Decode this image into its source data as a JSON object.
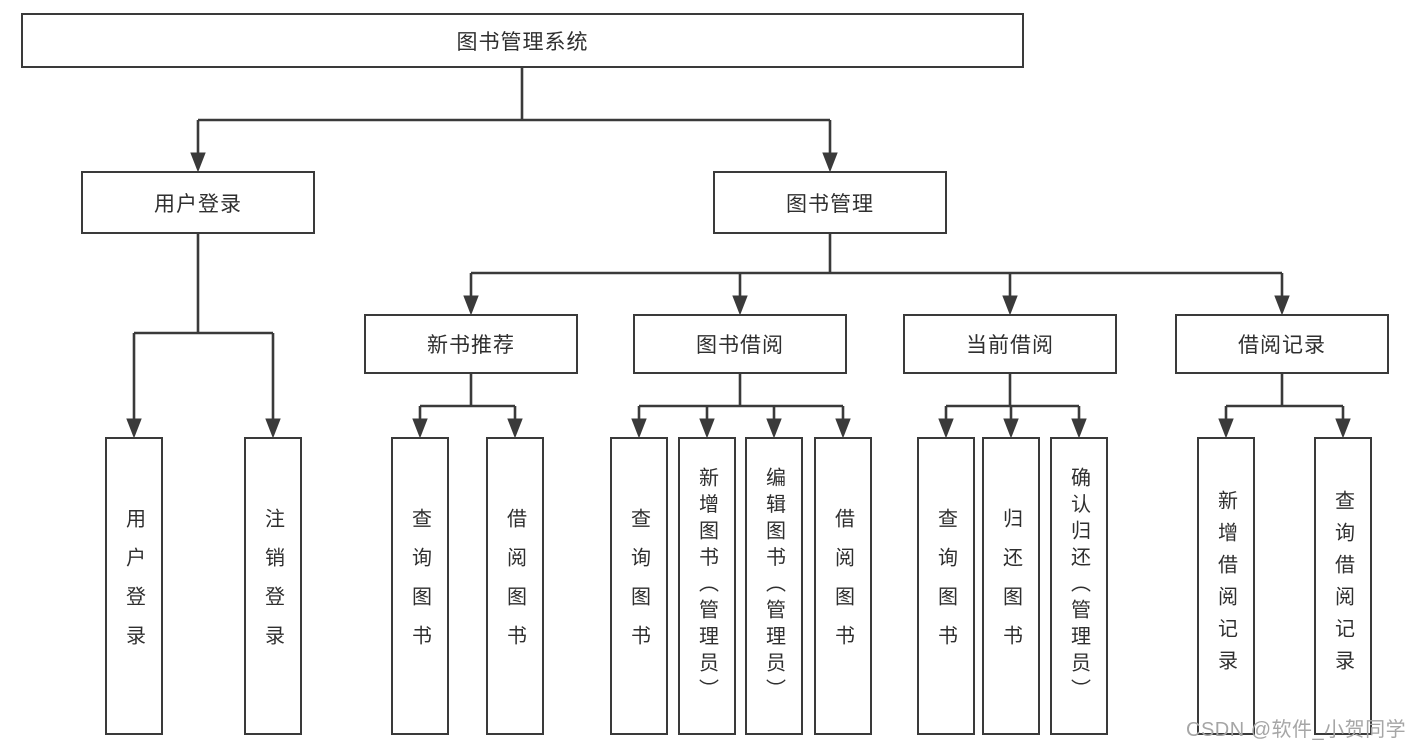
{
  "title": {
    "label": "图书管理系统"
  },
  "branches": {
    "user": {
      "label": "用户登录",
      "children": [
        "用户登录",
        "注销登录"
      ]
    },
    "mgmt": {
      "label": "图书管理"
    }
  },
  "modules": [
    {
      "label": "新书推荐",
      "children": [
        "查询图书",
        "借阅图书"
      ]
    },
    {
      "label": "图书借阅",
      "children": [
        "查询图书",
        "新增图书（管理员）",
        "编辑图书（管理员）",
        "借阅图书"
      ]
    },
    {
      "label": "当前借阅",
      "children": [
        "查询图书",
        "归还图书",
        "确认归还（管理员）"
      ]
    },
    {
      "label": "借阅记录",
      "children": [
        "新增借阅记录",
        "查询借阅记录"
      ]
    }
  ],
  "watermark": {
    "text": "CSDN @软件_小贺同学"
  },
  "colors": {
    "line": "#3a3a3a",
    "border": "#3a3a3a",
    "text": "#2f2f2f",
    "background": "#ffffff",
    "watermark": "#a6a6a6"
  }
}
